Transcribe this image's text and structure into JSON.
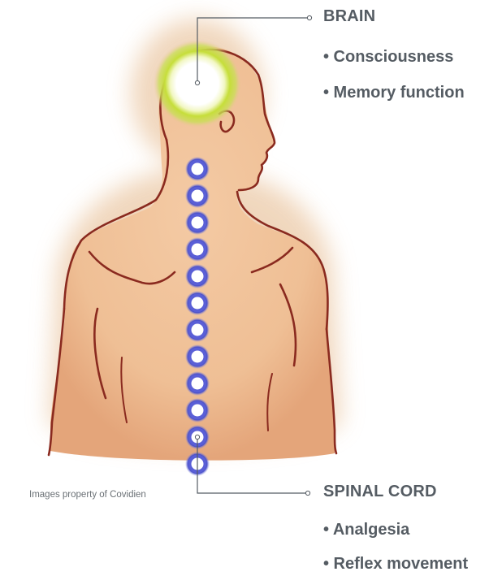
{
  "brain": {
    "title": "BRAIN",
    "items": [
      "• Consciousness",
      "• Memory function"
    ]
  },
  "spinal_cord": {
    "title": "SPINAL CORD",
    "items": [
      "• Analgesia",
      "• Reflex movement"
    ]
  },
  "credit": "Images property of Covidien",
  "colors": {
    "skin": "#f2c49c",
    "outline": "#8a2a1f",
    "brain_glow": "#c6de3a",
    "vertebra": "#5a5fd6",
    "text": "#555c63",
    "leader": "#555c63"
  },
  "vertebra_count": 12
}
